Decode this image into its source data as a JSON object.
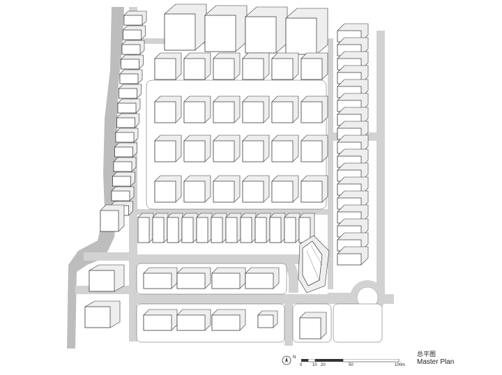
{
  "plan": {
    "title_cn": "总平图",
    "title_en": "Master Plan"
  },
  "north_arrow": {
    "label": "N"
  },
  "scale_bar": {
    "labels": [
      "0",
      "10",
      "20",
      "50",
      "100m"
    ]
  }
}
